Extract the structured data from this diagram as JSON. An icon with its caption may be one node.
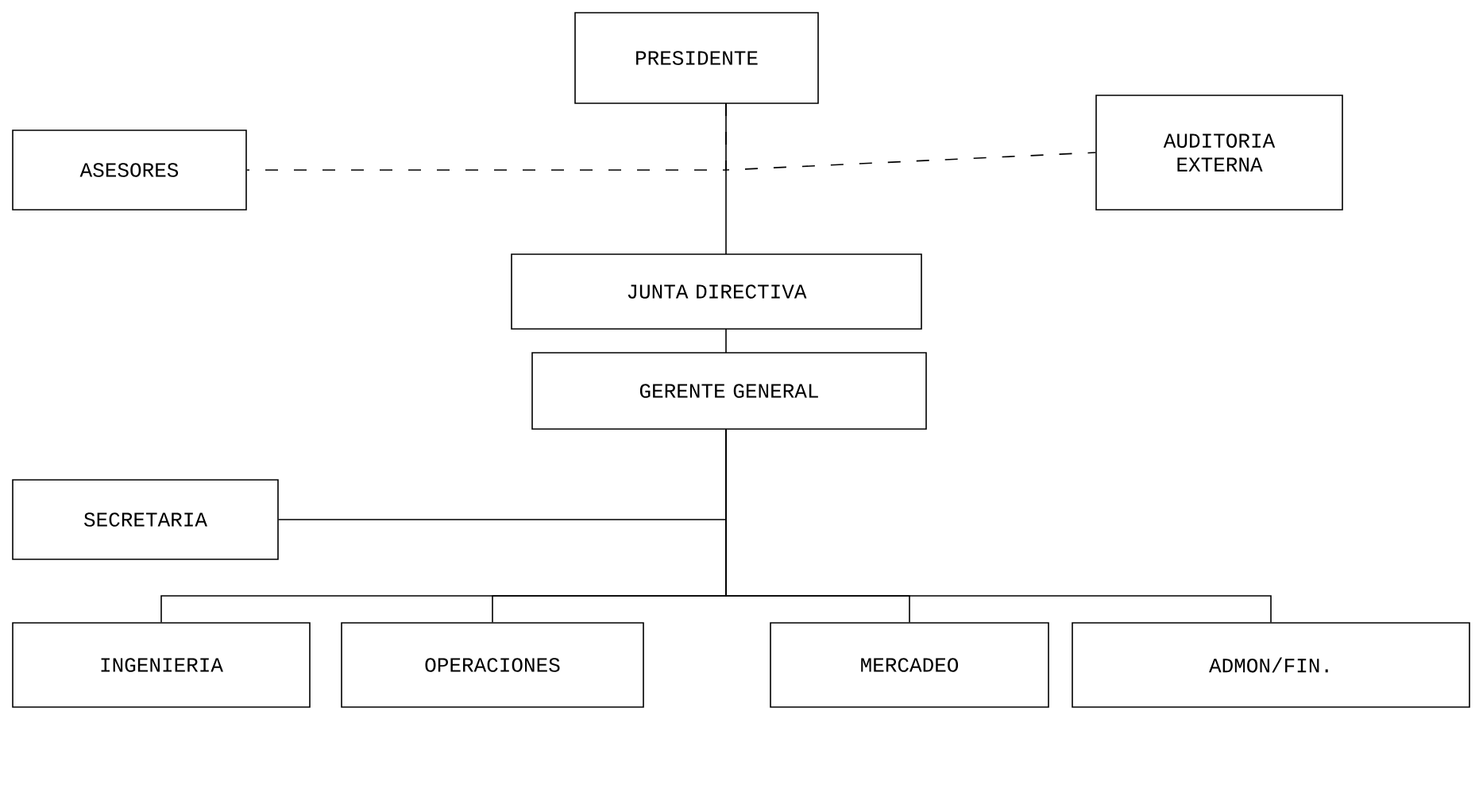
{
  "diagram": {
    "nodes": [
      {
        "text": [
          "PRESIDENTE"
        ]
      },
      {
        "text": [
          "ASESORES"
        ]
      },
      {
        "text": [
          "AUDITORIA EXTERNA"
        ]
      },
      {
        "text": [
          "JUNTA DIRECTIVA"
        ]
      },
      {
        "text": [
          "GERENTE GENERAL"
        ]
      },
      {
        "text": [
          "SECRETARIA"
        ]
      },
      {
        "text": [
          "INGENIERIA"
        ]
      },
      {
        "text": [
          "OPERACIONES"
        ]
      },
      {
        "text": [
          "MERCADEO"
        ]
      },
      {
        "text": [
          "ADMON/FIN."
        ]
      }
    ],
    "edges": [
      {
        "from": 0,
        "to": 3,
        "arrow": "none"
      },
      {
        "from": 0,
        "to": 1,
        "arrow": "none",
        "style": "dashed"
      },
      {
        "from": 0,
        "to": 2,
        "arrow": "none",
        "style": "dashed"
      },
      {
        "from": 3,
        "to": 4,
        "arrow": "none"
      },
      {
        "from": 4,
        "to": 5,
        "arrow": "none"
      },
      {
        "from": 4,
        "to": 6,
        "arrow": "none"
      },
      {
        "from": 4,
        "to": 7,
        "arrow": "none"
      },
      {
        "from": 4,
        "to": 8,
        "arrow": "none"
      },
      {
        "from": 4,
        "to": 9,
        "arrow": "none"
      }
    ]
  }
}
